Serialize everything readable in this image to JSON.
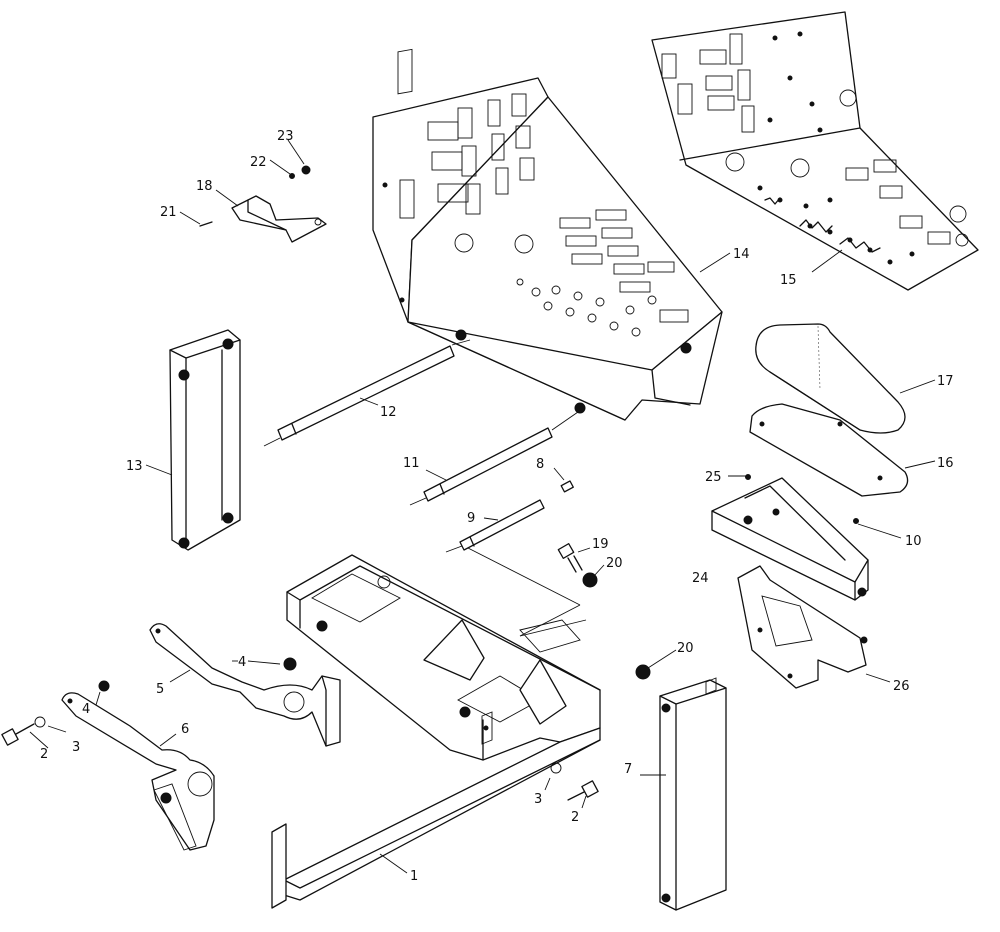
{
  "callouts": {
    "c1": "1",
    "c2a": "2",
    "c2b": "2",
    "c3a": "3",
    "c3b": "3",
    "c4a": "4",
    "c4b": "4",
    "c5": "5",
    "c6": "6",
    "c7": "7",
    "c8": "8",
    "c9": "9",
    "c10": "10",
    "c11": "11",
    "c12": "12",
    "c13": "13",
    "c14": "14",
    "c15": "15",
    "c16": "16",
    "c17": "17",
    "c18": "18",
    "c19": "19",
    "c20a": "20",
    "c20b": "20",
    "c21": "21",
    "c22": "22",
    "c23": "23",
    "c24": "24",
    "c25": "25",
    "c26": "26"
  }
}
